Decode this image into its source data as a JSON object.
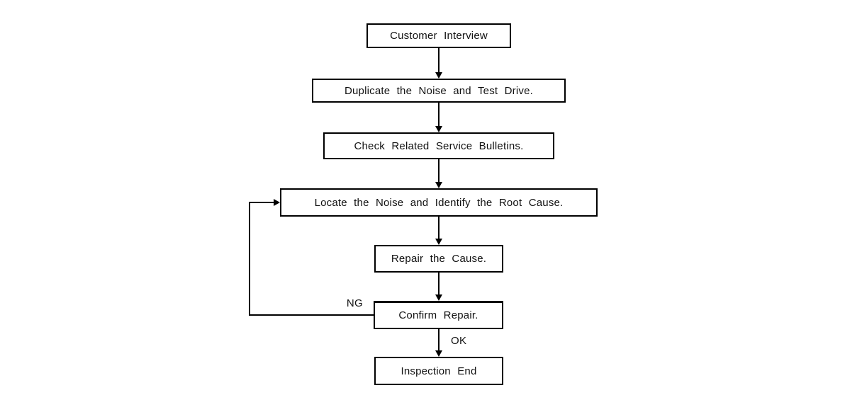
{
  "diagram": {
    "type": "flowchart",
    "colors": {
      "background": "#ffffff",
      "line": "#000000",
      "text": "#111111"
    },
    "nodes": [
      {
        "id": "customer-interview",
        "label": "Customer Interview"
      },
      {
        "id": "duplicate-noise-test-drive",
        "label": "Duplicate the Noise and Test Drive."
      },
      {
        "id": "check-service-bulletins",
        "label": "Check Related Service Bulletins."
      },
      {
        "id": "locate-noise-root-cause",
        "label": "Locate the Noise and Identify the Root Cause."
      },
      {
        "id": "repair-cause",
        "label": "Repair the Cause."
      },
      {
        "id": "confirm-repair",
        "label": "Confirm Repair."
      },
      {
        "id": "inspection-end",
        "label": "Inspection End"
      }
    ],
    "edges": [
      {
        "from": "customer-interview",
        "to": "duplicate-noise-test-drive",
        "label": ""
      },
      {
        "from": "duplicate-noise-test-drive",
        "to": "check-service-bulletins",
        "label": ""
      },
      {
        "from": "check-service-bulletins",
        "to": "locate-noise-root-cause",
        "label": ""
      },
      {
        "from": "locate-noise-root-cause",
        "to": "repair-cause",
        "label": ""
      },
      {
        "from": "repair-cause",
        "to": "confirm-repair",
        "label": ""
      },
      {
        "from": "confirm-repair",
        "to": "inspection-end",
        "label": "OK"
      },
      {
        "from": "confirm-repair",
        "to": "locate-noise-root-cause",
        "label": "NG"
      }
    ]
  }
}
